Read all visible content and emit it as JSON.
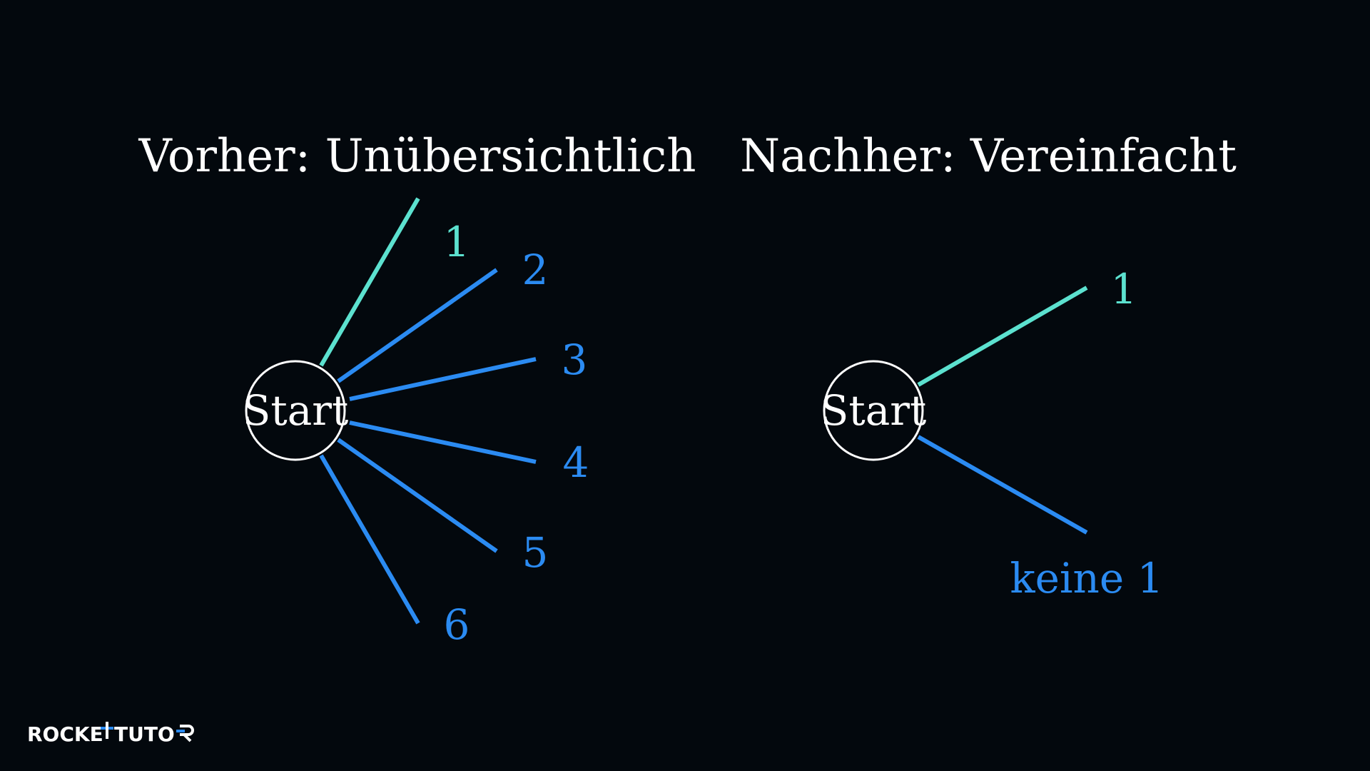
{
  "colors": {
    "background": "#03080d",
    "highlight": "#5ce1cf",
    "branch": "#2b8bf2",
    "text": "#ffffff"
  },
  "before": {
    "title": "Vorher: Unübersichtlich",
    "node_label": "Start",
    "branches": [
      {
        "label": "1",
        "color": "highlight"
      },
      {
        "label": "2",
        "color": "branch"
      },
      {
        "label": "3",
        "color": "branch"
      },
      {
        "label": "4",
        "color": "branch"
      },
      {
        "label": "5",
        "color": "branch"
      },
      {
        "label": "6",
        "color": "branch"
      }
    ]
  },
  "after": {
    "title": "Nachher: Vereinfacht",
    "node_label": "Start",
    "branches": [
      {
        "label": "1",
        "color": "highlight"
      },
      {
        "label": "keine 1",
        "color": "branch"
      }
    ]
  },
  "logo": {
    "text_left": "ROCKE",
    "text_right": "TUTO"
  }
}
